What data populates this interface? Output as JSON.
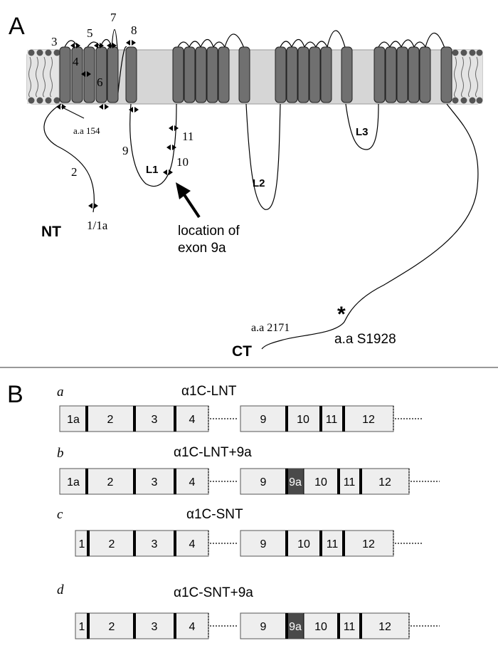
{
  "panel_a": {
    "label": "A",
    "exon_marks": {
      "e3": "3",
      "e4": "4",
      "e5": "5",
      "e6": "6",
      "e7": "7",
      "e8": "8",
      "e2": "2",
      "e11a": "1/1a",
      "e9": "9",
      "e10": "10",
      "e11": "11"
    },
    "loops": {
      "l1": "L1",
      "l2": "L2",
      "l3": "L3"
    },
    "aa154": "a.a 154",
    "nt": "NT",
    "ct": "CT",
    "aa2171": "a.a 2171",
    "aaS1928": "a.a S1928",
    "exon9a_line1": "location of",
    "exon9a_line2": "exon 9a"
  },
  "panel_b": {
    "label": "B",
    "constructs": [
      {
        "letter": "a",
        "title": "α1C-LNT",
        "left": [
          "1a",
          "2",
          "3",
          "4"
        ],
        "right": [
          "9",
          "10",
          "11",
          "12"
        ]
      },
      {
        "letter": "b",
        "title": "α1C-LNT+9a",
        "left": [
          "1a",
          "2",
          "3",
          "4"
        ],
        "right": [
          "9",
          "9a",
          "10",
          "11",
          "12"
        ]
      },
      {
        "letter": "c",
        "title": "α1C-SNT",
        "left": [
          "1",
          "2",
          "3",
          "4"
        ],
        "right": [
          "9",
          "10",
          "11",
          "12"
        ]
      },
      {
        "letter": "d",
        "title": "α1C-SNT+9a",
        "left": [
          "1",
          "2",
          "3",
          "4"
        ],
        "right": [
          "9",
          "9a",
          "10",
          "11",
          "12"
        ]
      }
    ]
  },
  "colors": {
    "membrane": "#d6d6d6",
    "helix": "#707070",
    "head": "#555555",
    "box": "#eeeeee",
    "exon9a": "#4a4a4a",
    "line": "#000000"
  }
}
